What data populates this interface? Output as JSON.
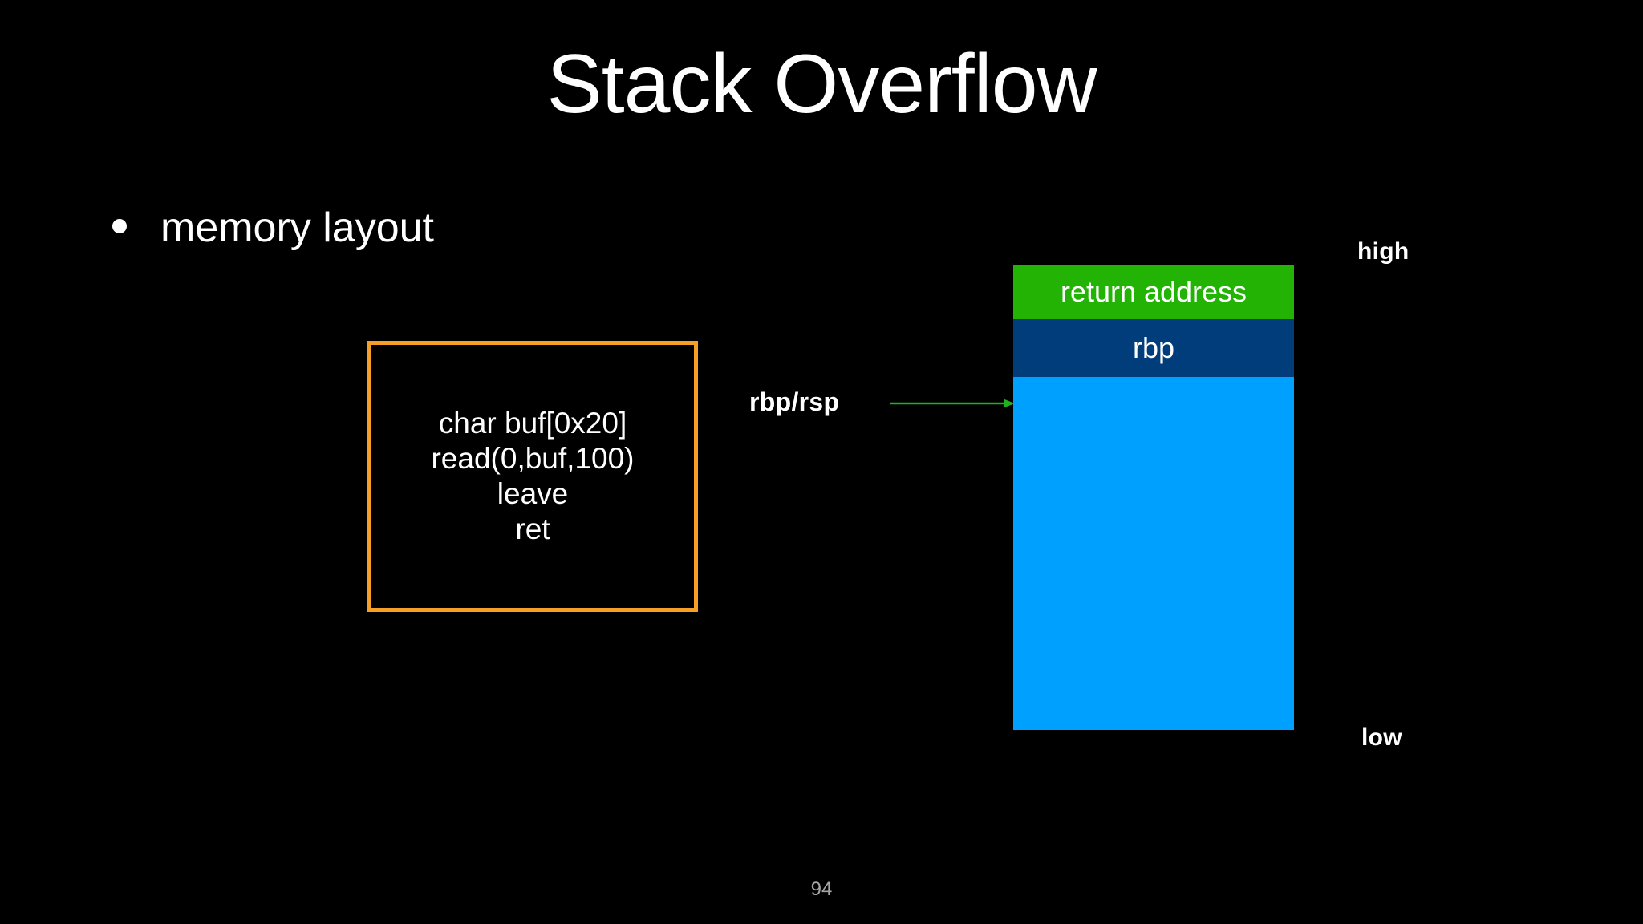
{
  "slide": {
    "title": "Stack Overflow",
    "page_number": "94",
    "background_color": "#000000"
  },
  "bullets": [
    {
      "marker": "bullet-dot",
      "text": "memory layout"
    }
  ],
  "code_box": {
    "border_color": "#f59f27",
    "lines": [
      "char buf[0x20]",
      "read(0,buf,100)",
      "leave",
      "ret"
    ]
  },
  "pointer": {
    "label": "rbp/rsp",
    "arrow_color": "#22b022",
    "arrow_direction": "right"
  },
  "stack_diagram": {
    "high_label": "high",
    "low_label": "low",
    "cells": [
      {
        "label": "return address",
        "color": "#22b305",
        "text_color": "#ffffff"
      },
      {
        "label": "rbp",
        "color": "#003d7a",
        "text_color": "#ffffff"
      },
      {
        "label": "",
        "color": "#00a0ff",
        "text_color": "#ffffff"
      }
    ]
  }
}
